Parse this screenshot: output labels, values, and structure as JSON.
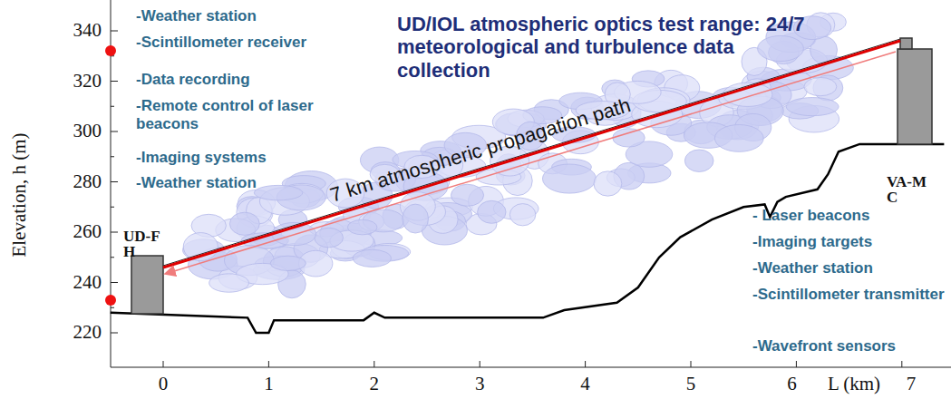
{
  "diagram": {
    "title": "UD/IOL atmospheric optics test range: 24/7 meteorological and turbulence data collection",
    "labels": [
      "-Weather station",
      "-Scintillometer receiver",
      "-Data recording",
      "-Remote control of laser beacons",
      "-Imaging systems",
      "-Weather station",
      "7 km atmospheric propagation path",
      "UD-F H",
      "VA-M C",
      "- Laser beacons",
      "-Imaging targets",
      "-Weather station",
      "-Scintillometer transmitter",
      "-Wavefront sensors",
      "Elevation, h (m)",
      "340",
      "320",
      "300",
      "280",
      "260",
      "240",
      "220",
      "0",
      "1",
      "2",
      "3",
      "4",
      "5",
      "6",
      "L (km)",
      "7"
    ]
  }
}
